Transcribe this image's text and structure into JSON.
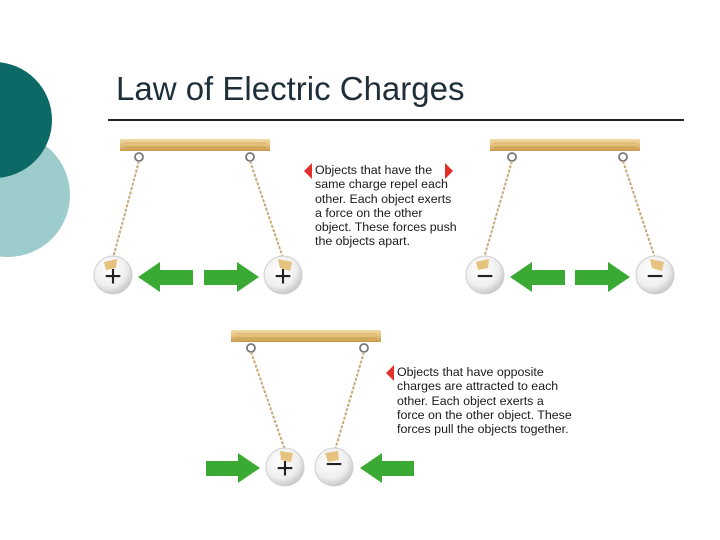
{
  "slide": {
    "title": "Law of Electric Charges"
  },
  "captions": {
    "repel": "Objects that have the\nsame charge repel each\nother. Each object exerts\na force on the other\nobject. These forces push\nthe objects apart.",
    "attract": "Objects that have opposite\ncharges are attracted to each\nother. Each object exerts a\nforce on the other object. These\nforces pull the objects together."
  },
  "charges": {
    "positive": "+",
    "negative": "−"
  },
  "colors": {
    "decor_dark": "#0d6966",
    "decor_light": "#9ccccb",
    "arrow_green": "#3aaa35",
    "wood": "#e8c98a",
    "marker_red": "#e2302b"
  }
}
